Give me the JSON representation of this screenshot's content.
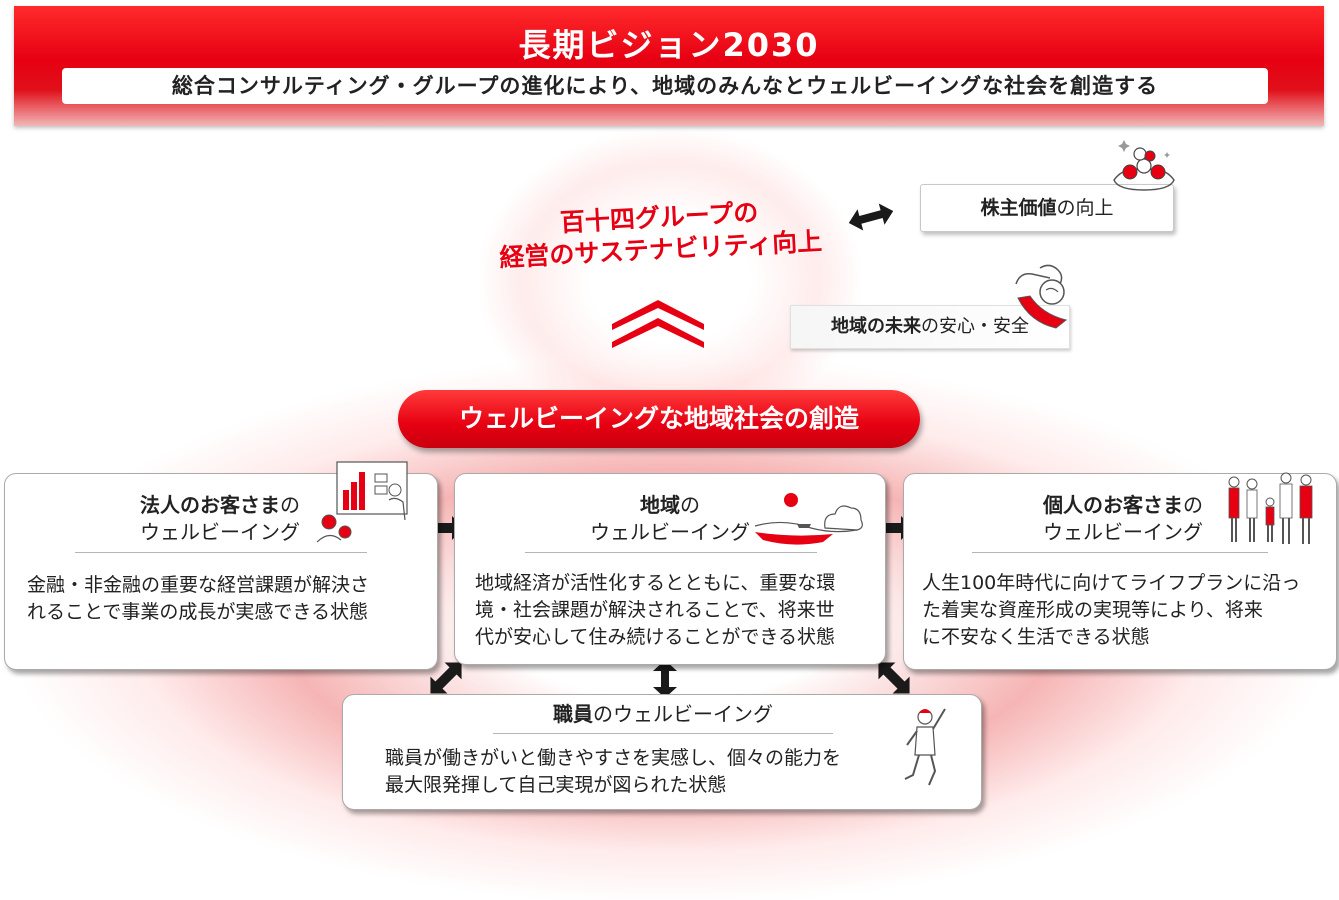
{
  "banner": {
    "title": "長期ビジョン2030",
    "subtitle": "総合コンサルティング・グループの進化により、地域のみんなとウェルビーイングな社会を創造する"
  },
  "top": {
    "sustain_line1": "百十四グループの",
    "sustain_line2": "経営のサステナビリティ向上",
    "shareholder_bold": "株主価値",
    "shareholder_rest": "の向上",
    "safety_bold": "地域の未来",
    "safety_rest": "の安心・安全"
  },
  "center": {
    "label": "ウェルビーイングな地域社会の創造"
  },
  "cards": {
    "corporate": {
      "title_bold": "法人のお客さま",
      "title_rest": "の",
      "title_line2": "ウェルビーイング",
      "body": [
        "金融・非金融の重要な経営課題が解決さ",
        "れることで事業の成長が実感できる状態"
      ]
    },
    "region": {
      "title_bold": "地域",
      "title_rest": "の",
      "title_line2": "ウェルビーイング",
      "body": [
        "地域経済が活性化するとともに、重要な環",
        "境・社会課題が解決されることで、将来世",
        "代が安心して住み続けることができる状態"
      ]
    },
    "personal": {
      "title_bold": "個人のお客さま",
      "title_rest": "の",
      "title_line2": "ウェルビーイング",
      "body": [
        "人生100年時代に向けてライフプランに沿っ",
        "た着実な資産形成の実現等により、将来",
        "に不安なく生活できる状態"
      ]
    },
    "staff": {
      "title_bold": "職員",
      "title_rest": "のウェルビーイング",
      "body": [
        "職員が働きがいと働きやすさを実感し、個々の能力を",
        "最大限発揮して自己実現が図られた状態"
      ]
    }
  },
  "colors": {
    "accent": "#e60012",
    "arrow": "#1a1a1a",
    "text": "#222222"
  },
  "icons": [
    "chevron-up-icon",
    "double-arrow-icon",
    "coins-icon",
    "hand-protect-icon",
    "business-chart-icon",
    "seto-sea-landscape-icon",
    "family-icon",
    "cheering-person-icon"
  ]
}
